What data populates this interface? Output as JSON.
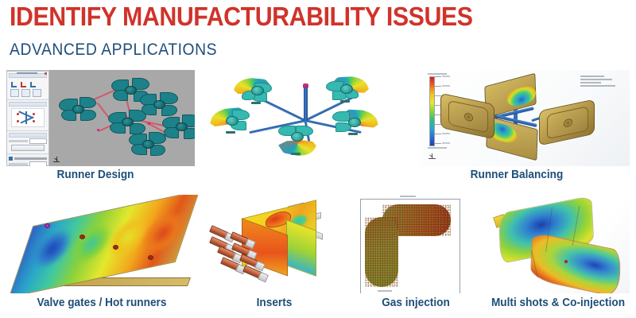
{
  "slide": {
    "title": "IDENTIFY MANUFACTURABILITY ISSUES",
    "subtitle": "ADVANCED APPLICATIONS",
    "title_color": "#d0332a",
    "subtitle_color": "#1f4e79",
    "caption_color": "#1f4e79",
    "background": "#ffffff"
  },
  "figures": [
    {
      "id": "runner-design",
      "caption": "Runner Design",
      "row": 1,
      "kind": "cad-screenshot",
      "description": "CAD application with properties dialog at left and gray 3D viewport showing six teal impeller parts linked by pink runner segments",
      "viewport_color": "#a8a8a8",
      "part_color": "#1e7f85",
      "runner_color": "#d4596a",
      "gate_marker_color": "#e2159b"
    },
    {
      "id": "star-layout",
      "caption": "",
      "row": 1,
      "kind": "simulation-result",
      "description": "Five fan parts radiating from a central blue sprue with blue runner arms; parts shaded with rainbow fill-time contours",
      "runner_color": "#2b62a8",
      "sprue_top_color": "#e03a3a"
    },
    {
      "id": "runner-balancing",
      "caption": "Runner Balancing",
      "row": 1,
      "kind": "simulation-result",
      "description": "Four gold housing parts around a blue runner system with rainbow hot spots; vertical rainbow legend bar at left and small info text block at top right",
      "part_color": "#b8994a",
      "runner_color": "#2b62a8",
      "legend": "rainbow red-to-blue vertical scale"
    },
    {
      "id": "valve-gates",
      "caption": "Valve gates / Hot runners",
      "row": 2,
      "kind": "simulation-result",
      "description": "Long flat rectangular plate with rainbow fill contours running blue at one end to red at the other, with four valve gate markers along the centre",
      "gate_count": 4,
      "gate_marker_color": "#a52a18"
    },
    {
      "id": "inserts",
      "caption": "Inserts",
      "row": 2,
      "kind": "simulation-result",
      "description": "Yellow and orange moulded block with rows of copper coloured metal insert pins protruding from the left face",
      "pin_count": 8,
      "pin_color": "#c4623c"
    },
    {
      "id": "gas-injection",
      "caption": "Gas injection",
      "row": 2,
      "kind": "simulation-result",
      "description": "L shaped elbow part with speckled red and green particle mesh inside a thin grey bounding frame",
      "frame_color": "#97a0a8"
    },
    {
      "id": "multi-shots",
      "caption": "Multi shots & Co-injection",
      "row": 2,
      "kind": "simulation-result",
      "description": "Curved automotive trim panel in two overlapping shots coloured with blue, green and red contour bands",
      "marker_color": "#b5231a"
    }
  ],
  "captions": {
    "runner_design": "Runner Design",
    "runner_balancing": "Runner Balancing",
    "valve_gates": "Valve gates / Hot runners",
    "inserts": "Inserts",
    "gas_injection": "Gas injection",
    "multi_shots": "Multi shots & Co-injection"
  }
}
